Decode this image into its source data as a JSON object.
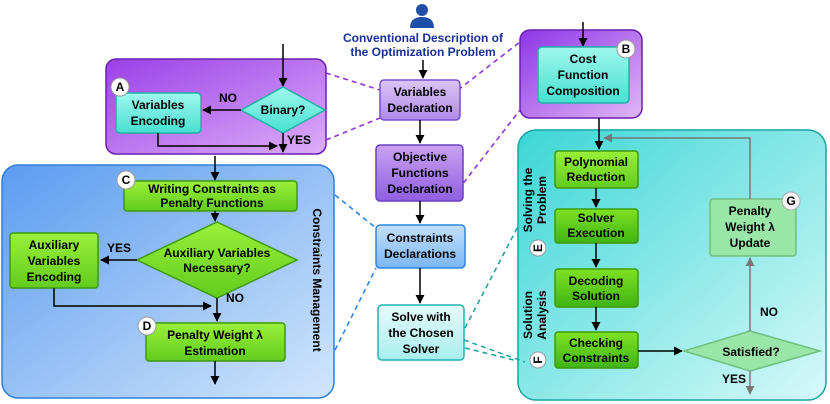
{
  "top": {
    "title_line1": "Conventional Description of",
    "title_line2": "the Optimization Problem"
  },
  "center": {
    "variables_declaration": [
      "Variables",
      "Declaration"
    ],
    "objective_functions_declaration": [
      "Objective",
      "Functions",
      "Declaration"
    ],
    "constraints_declarations": [
      "Constraints",
      "Declarations"
    ],
    "solve": [
      "Solve with",
      "the Chosen",
      "Solver"
    ]
  },
  "panel_a": {
    "badge": "A",
    "variables_encoding": [
      "Variables",
      "Encoding"
    ],
    "binary_question": "Binary?",
    "no_label": "NO",
    "yes_label": "YES"
  },
  "panel_b": {
    "badge": "B",
    "cost_function_composition": [
      "Cost",
      "Function",
      "Composition"
    ]
  },
  "panel_constraints": {
    "title": "Constraints Management",
    "badge_c": "C",
    "writing_constraints": [
      "Writing Constraints as",
      "Penalty Functions"
    ],
    "auxiliary_question": [
      "Auxiliary Variables",
      "Necessary?"
    ],
    "auxiliary_encoding": [
      "Auxiliary",
      "Variables",
      "Encoding"
    ],
    "yes_label": "YES",
    "no_label": "NO",
    "badge_d": "D",
    "penalty_estimation": [
      "Penalty Weight λ",
      "Estimation"
    ]
  },
  "panel_solver": {
    "solving_label": [
      "Solving the",
      "Problem"
    ],
    "badge_e": "E",
    "solution_label": [
      "Solution",
      "Analysis"
    ],
    "badge_f": "F",
    "polynomial_reduction": [
      "Polynomial",
      "Reduction"
    ],
    "solver_execution": [
      "Solver",
      "Execution"
    ],
    "decoding_solution": [
      "Decoding",
      "Solution"
    ],
    "checking_constraints": [
      "Checking",
      "Constraints"
    ],
    "satisfied_question": "Satisfied?",
    "no_label": "NO",
    "yes_label": "YES",
    "badge_g": "G",
    "penalty_update": [
      "Penalty",
      "Weight λ",
      "Update"
    ]
  },
  "colors": {
    "purple_panel": "#bb66ee",
    "blue_panel": "#6aaaf0",
    "teal_panel": "#55dddd",
    "green_box": "#77dd22",
    "cyan_box": "#66eedd",
    "lavender_box": "#bb99ee",
    "light_blue_box": "#99ccf8",
    "arrow_dark": "#000000"
  }
}
